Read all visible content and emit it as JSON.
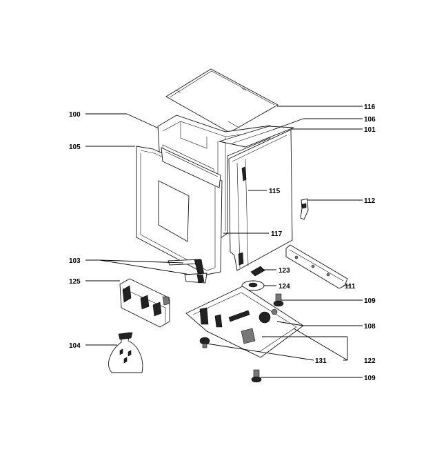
{
  "diagram": {
    "labels": {
      "p100": "100",
      "p101": "101",
      "p103": "103",
      "p104": "104",
      "p105": "105",
      "p106": "106",
      "p108": "108",
      "p109a": "109",
      "p109b": "109",
      "p111": "111",
      "p112": "112",
      "p115": "115",
      "p116": "116",
      "p117": "117",
      "p122": "122",
      "p123": "123",
      "p124": "124",
      "p125": "125",
      "p131": "131"
    },
    "line_color": "#000000",
    "background_color": "#ffffff"
  }
}
